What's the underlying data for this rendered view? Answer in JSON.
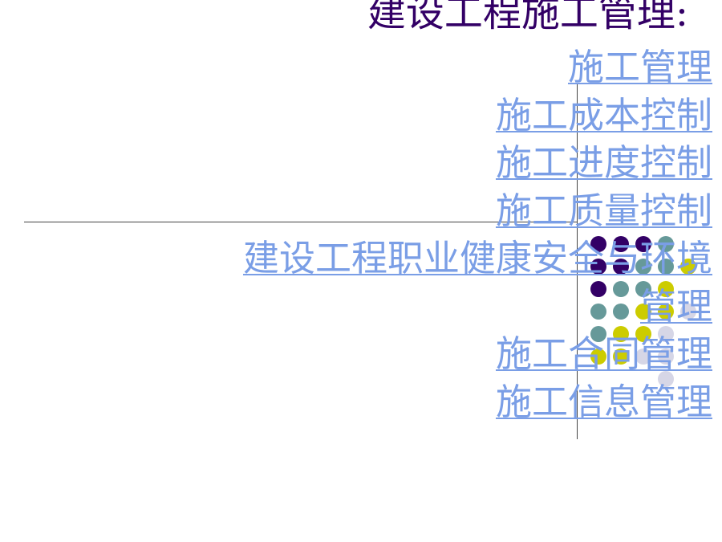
{
  "slide": {
    "title": "建设工程施工管理",
    "title_colon": ":",
    "menu": [
      {
        "label": "施工管理"
      },
      {
        "label": "施工成本控制"
      },
      {
        "label": "施工进度控制"
      },
      {
        "label": "施工质量控制"
      },
      {
        "label": "建设工程职业健康安全与环境",
        "label_cont": "管理"
      },
      {
        "label": "施工合同管理"
      },
      {
        "label": "施工信息管理"
      }
    ]
  },
  "colors": {
    "title": "#330066",
    "link": "#7a9ee6",
    "dot_purple": "#330066",
    "dot_teal": "#669999",
    "dot_yellow": "#cccc00",
    "dot_lavender": "#d6d6e6",
    "rule": "#444444"
  },
  "decoration": {
    "dot_grid": [
      [
        "purple",
        "purple",
        "purple",
        "teal",
        null
      ],
      [
        "purple",
        "purple",
        "teal",
        "teal",
        "yellow"
      ],
      [
        "purple",
        "teal",
        "teal",
        "yellow",
        null
      ],
      [
        "teal",
        "teal",
        "yellow",
        "yellow",
        "lavender"
      ],
      [
        "teal",
        "yellow",
        "yellow",
        "lavender",
        null
      ],
      [
        "yellow",
        "yellow",
        "lavender",
        "lavender",
        null
      ],
      [
        null,
        null,
        null,
        "lavender",
        null
      ]
    ]
  }
}
